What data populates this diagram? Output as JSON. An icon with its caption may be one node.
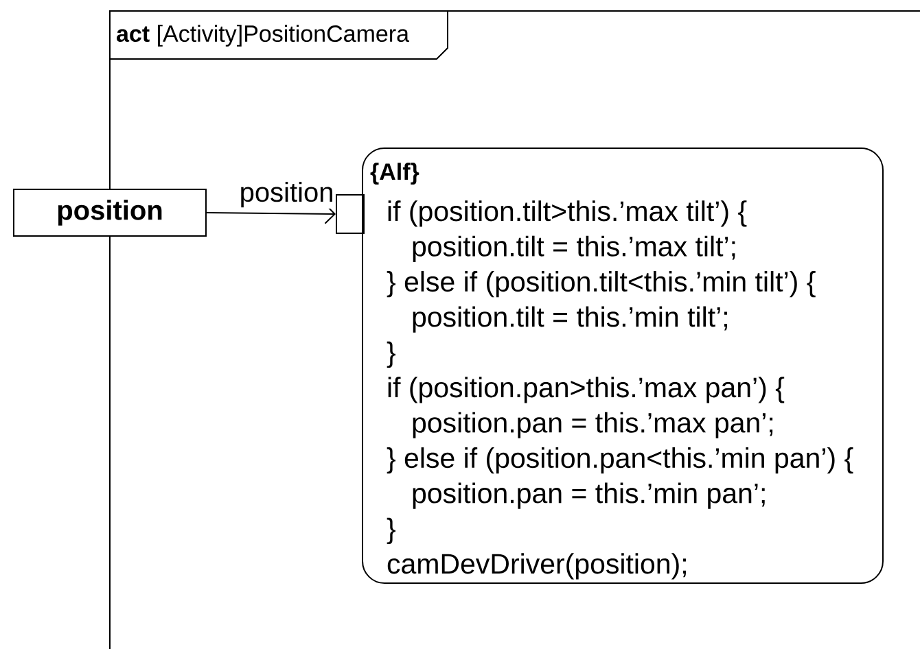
{
  "diagram": {
    "nodes": [
      {
        "text": [
          "**act** [Activity]PositionCamera"
        ]
      },
      {
        "text": [
          "position"
        ]
      },
      {
        "text": [],
        "shape": "box",
        "in": 0
      },
      {
        "text": [
          "{Alf}",
          "if (position.tilt>this.’max tilt’) {",
          "position.tilt = this.’max tilt’;",
          "} else if (position.tilt<this.’min tilt’) {",
          "position.tilt = this.’min tilt’;",
          "}",
          "if (position.pan>this.’max pan’) {",
          "position.pan = this.’max pan’;",
          "} else if (position.pan<this.’min pan’) {",
          "position.pan = this.’min pan’;",
          "}",
          "camDevDriver(position);"
        ],
        "in": 0
      }
    ],
    "edges": [
      {
        "from": 1,
        "to": 2,
        "arrow": "to",
        "label": "position"
      }
    ]
  }
}
